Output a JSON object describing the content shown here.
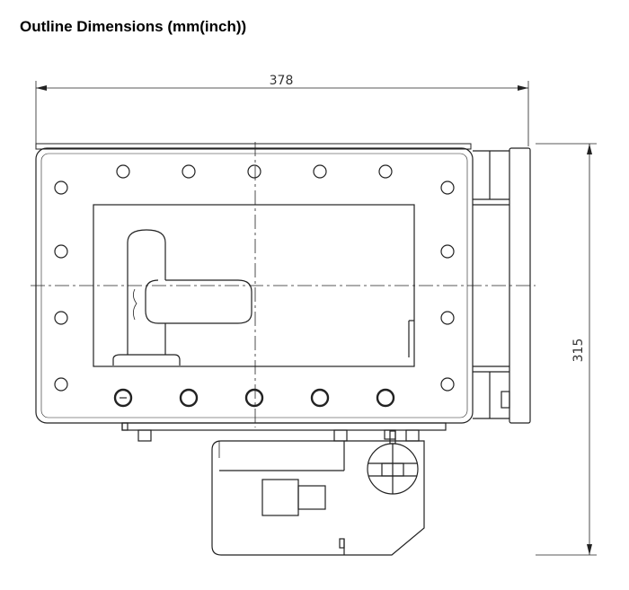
{
  "title": "Outline Dimensions (mm(inch))",
  "dimensions": {
    "width_label": "378",
    "height_label": "315"
  }
}
